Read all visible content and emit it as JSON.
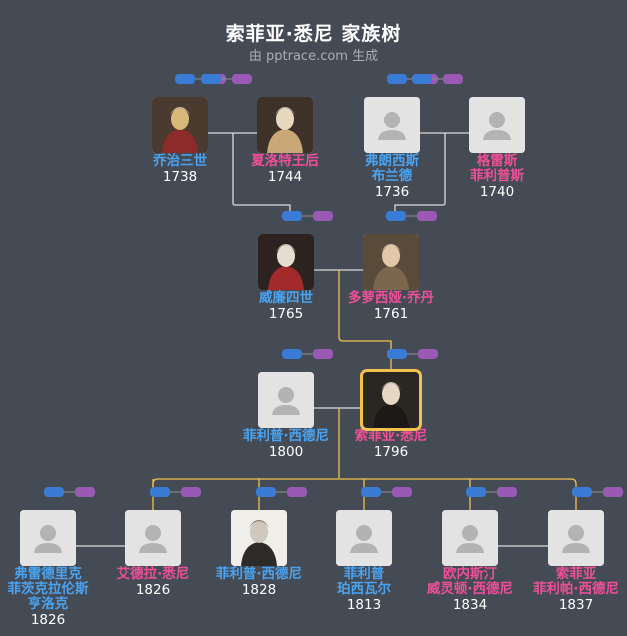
{
  "header": {
    "title": "索菲亚·悉尼 家族树",
    "subtitle": "由 pptrace.com 生成"
  },
  "colors": {
    "background": "#454b55",
    "male": "#4aa3f0",
    "female": "#ee4f98",
    "line": "#d9d9d9",
    "highlight_line": "#f2c14e",
    "toggle_male": "#3a7bd5",
    "toggle_female": "#9b59b6"
  },
  "people": [
    {
      "id": "george3",
      "name": "乔治三世",
      "year": "1738",
      "sex": "m",
      "photo": "portrait",
      "icon": "portrait-george-iii"
    },
    {
      "id": "charlotte",
      "name": "夏洛特王后",
      "year": "1744",
      "sex": "f",
      "photo": "portrait",
      "icon": "portrait-queen-charlotte"
    },
    {
      "id": "francis",
      "name": "弗朗西斯\n布兰德",
      "year": "1736",
      "sex": "m",
      "photo": "placeholder",
      "icon": "person-placeholder-icon"
    },
    {
      "id": "grace",
      "name": "格雷斯\n菲利普斯",
      "year": "1740",
      "sex": "f",
      "photo": "placeholder",
      "icon": "person-placeholder-icon"
    },
    {
      "id": "william4",
      "name": "威廉四世",
      "year": "1765",
      "sex": "m",
      "photo": "portrait",
      "icon": "portrait-william-iv"
    },
    {
      "id": "dorothea",
      "name": "多萝西娅·乔丹",
      "year": "1761",
      "sex": "f",
      "photo": "portrait",
      "icon": "portrait-dorothea-jordan"
    },
    {
      "id": "philip",
      "name": "菲利普·西德尼",
      "year": "1800",
      "sex": "m",
      "photo": "placeholder",
      "icon": "person-placeholder-icon"
    },
    {
      "id": "sophia",
      "name": "索菲亚·悉尼",
      "year": "1796",
      "sex": "f",
      "photo": "portrait",
      "icon": "portrait-sophia-sidney",
      "focus": true
    },
    {
      "id": "frederick",
      "name": "弗雷德里克\n菲茨克拉伦斯\n亨洛克",
      "year": "1826",
      "sex": "m",
      "photo": "placeholder",
      "icon": "person-placeholder-icon"
    },
    {
      "id": "adelaide",
      "name": "艾德拉·悉尼",
      "year": "1826",
      "sex": "f",
      "photo": "placeholder",
      "icon": "person-placeholder-icon"
    },
    {
      "id": "philip2",
      "name": "菲利普·西德尼",
      "year": "1828",
      "sex": "m",
      "photo": "portrait",
      "icon": "portrait-philip-sidney"
    },
    {
      "id": "philip3",
      "name": "菲利普\n珀西瓦尔",
      "year": "1813",
      "sex": "m",
      "photo": "placeholder",
      "icon": "person-placeholder-icon"
    },
    {
      "id": "ernestine",
      "name": "欧内斯汀\n威灵顿·西德尼",
      "year": "1834",
      "sex": "f",
      "photo": "placeholder",
      "icon": "person-placeholder-icon"
    },
    {
      "id": "sophia2",
      "name": "索菲亚\n菲利帕·西德尼",
      "year": "1837",
      "sex": "f",
      "photo": "placeholder",
      "icon": "person-placeholder-icon"
    }
  ]
}
